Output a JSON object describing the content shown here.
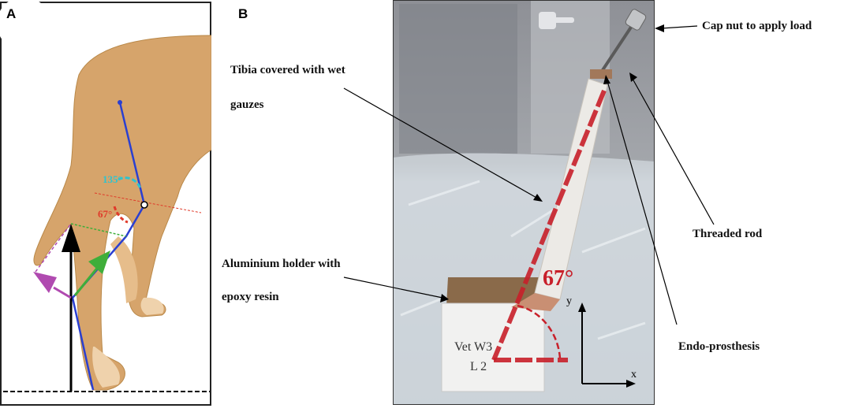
{
  "panel_a": {
    "letter": "A",
    "angles": {
      "upper": "135°",
      "lower": "67°"
    },
    "colors": {
      "skeleton": "#2a3fd1",
      "angle_upper": "#2fc3cf",
      "angle_lower": "#e03a2a",
      "force_vertical": "#000000",
      "force_axial": "#3fae3a",
      "force_shear": "#b04ab0"
    }
  },
  "panel_b": {
    "letter": "B",
    "angle": "67°",
    "axis_x": "x",
    "axis_y": "y",
    "holder_marking_1": "Vet W3",
    "holder_marking_2": "L 2",
    "colors": {
      "axis_line": "#c8202a"
    }
  },
  "annotations": {
    "cap_nut": "Cap nut to apply load",
    "tibia_line1": "Tibia covered with wet",
    "tibia_line2": "gauzes",
    "threaded_rod": "Threaded rod",
    "aluminium_line1": "Aluminium holder with",
    "aluminium_line2": "epoxy resin",
    "endo_prosthesis": "Endo-prosthesis"
  }
}
